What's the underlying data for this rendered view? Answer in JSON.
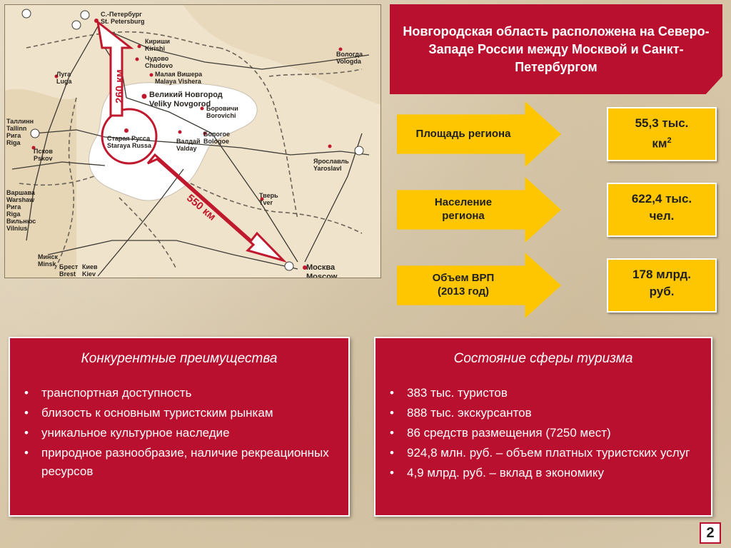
{
  "map": {
    "distance_spb": "260 км",
    "distance_msk": "550 км",
    "cities": [
      {
        "key": "spb",
        "ru": "С.-Петербург",
        "en": "St. Petersburg"
      },
      {
        "key": "kirishi",
        "ru": "Кириши",
        "en": "Kirishi"
      },
      {
        "key": "chudovo",
        "ru": "Чудово",
        "en": "Chudovo"
      },
      {
        "key": "mvishera",
        "ru": "Малая Вишера",
        "en": "Malaya Vishera"
      },
      {
        "key": "vnovgorod",
        "ru": "Великий Новгород",
        "en": "Veliky Novgorod"
      },
      {
        "key": "borovichi",
        "ru": "Боровичи",
        "en": "Borovichi"
      },
      {
        "key": "sr",
        "ru": "Старая Русса",
        "en": "Staraya Russa"
      },
      {
        "key": "valday",
        "ru": "Валдай",
        "en": "Valday"
      },
      {
        "key": "bologoe",
        "ru": "Бологое",
        "en": "Bologoe"
      },
      {
        "key": "vologda",
        "ru": "Вологда",
        "en": "Vologda"
      },
      {
        "key": "yaroslavl",
        "ru": "Ярославль",
        "en": "Yaroslavl"
      },
      {
        "key": "tver",
        "ru": "Тверь",
        "en": "Tver"
      },
      {
        "key": "moscow",
        "ru": "Москва",
        "en": "Moscow"
      },
      {
        "key": "luga",
        "ru": "Луга",
        "en": "Luga"
      },
      {
        "key": "pskov",
        "ru": "Псков",
        "en": "Pskov"
      },
      {
        "key": "minsk",
        "ru": "Минск",
        "en": "Minsk"
      },
      {
        "key": "brest",
        "ru": "Брест",
        "en": "Brest"
      },
      {
        "key": "kiev",
        "ru": "Киев",
        "en": "Kiev"
      }
    ],
    "west_labels_top": [
      "Таллинн",
      "Tallinn",
      "Рига",
      "Riga"
    ],
    "west_labels_bottom": [
      "Варшава",
      "Warshaw",
      "Рига",
      "Riga",
      "Вильнюс",
      "Vilnius"
    ]
  },
  "header": {
    "text": "Новгородская область расположена на Северо-Западе России между Москвой и Санкт-Петербургом"
  },
  "stats": [
    {
      "label": "Площадь региона",
      "value_line1": "55,3 тыс.",
      "value_line2": "км",
      "value_sup": "2"
    },
    {
      "label_line1": "Население",
      "label_line2": "региона",
      "value_line1": "622,4 тыс.",
      "value_line2": "чел."
    },
    {
      "label_line1": "Объем ВРП",
      "label_line2": "(2013 год)",
      "value_line1": "178 млрд.",
      "value_line2": "руб."
    }
  ],
  "advantages": {
    "title": "Конкурентные преимущества",
    "items": [
      "транспортная доступность",
      "близость к основным туристским рынкам",
      "уникальное культурное наследие",
      "природное разнообразие, наличие рекреационных ресурсов"
    ]
  },
  "tourism": {
    "title": "Состояние сферы туризма",
    "items": [
      "383 тыс. туристов",
      "888 тыс. экскурсантов",
      "86 средств размещения (7250 мест)",
      "924,8 млн. руб. – объем платных туристских услуг",
      "4,9 млрд. руб. – вклад в экономику"
    ]
  },
  "page_number": "2",
  "colors": {
    "accent": "#b8102e",
    "highlight": "#fec600"
  }
}
